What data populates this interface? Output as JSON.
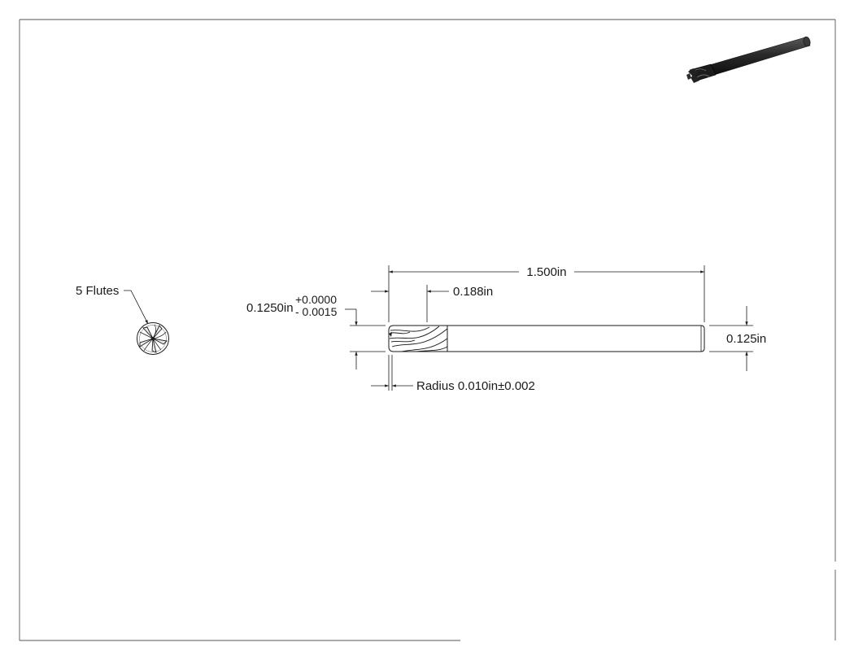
{
  "drawing": {
    "labels": {
      "flutes": "5 Flutes",
      "overall_length": "1.500in",
      "length_of_cut": "0.188in",
      "cutter_diameter": "0.1250in",
      "cutter_tol_plus": "+0.0000",
      "cutter_tol_minus": "- 0.0015",
      "shank_diameter": "0.125in",
      "corner_radius": "Radius 0.010in±0.002"
    },
    "colors": {
      "line": "#1a1a1a",
      "frame": "#555555",
      "tool_body": "#ffffff",
      "iso_dark": "#1c1c1c"
    }
  }
}
